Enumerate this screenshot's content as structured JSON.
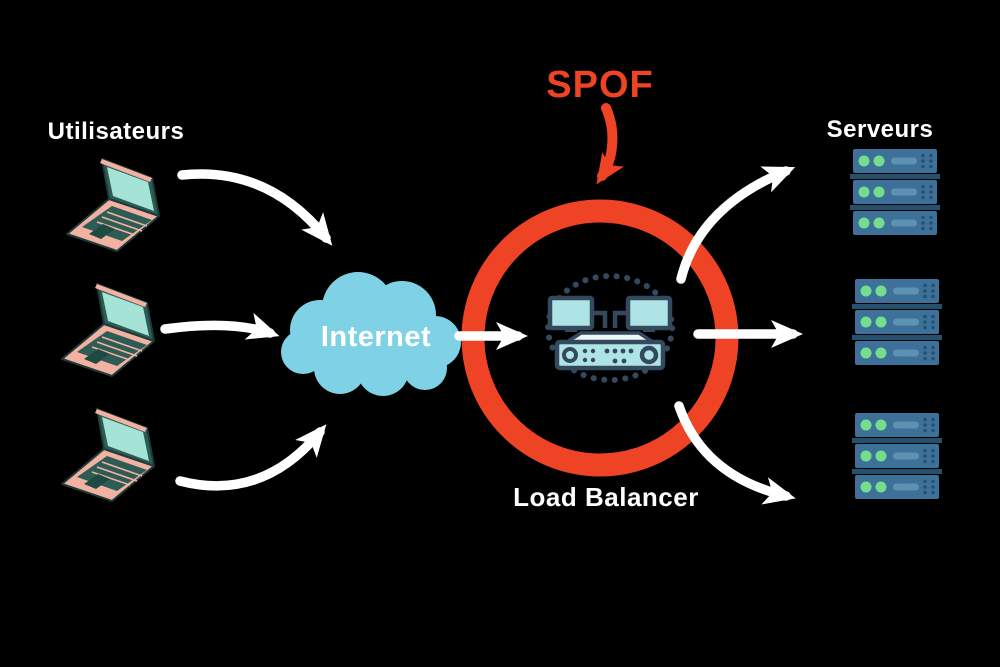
{
  "diagram": {
    "title": "Load balancer single point of failure diagram",
    "labels": {
      "users": "Utilisateurs",
      "internet": "Internet",
      "spof": "SPOF",
      "load_balancer": "Load Balancer",
      "servers": "Serveurs"
    },
    "colors": {
      "bg": "#000000",
      "white": "#ffffff",
      "red": "#ee4324",
      "cloud": "#7fd2e6",
      "server": "#3d719a",
      "server-light": "#5d92b4",
      "server-dark": "#27506e",
      "led": "#77dd8e",
      "laptop-body": "#f2b1a1",
      "laptop-screen": "#a5e3d6",
      "laptop-dark": "#2d5c55",
      "laptop-pad": "#1d4a42",
      "laptop-outline": "#1c3b3a",
      "icon-outline": "#34495e",
      "icon-fill": "#aee4e6",
      "icon-face": "#eef7f7"
    }
  }
}
